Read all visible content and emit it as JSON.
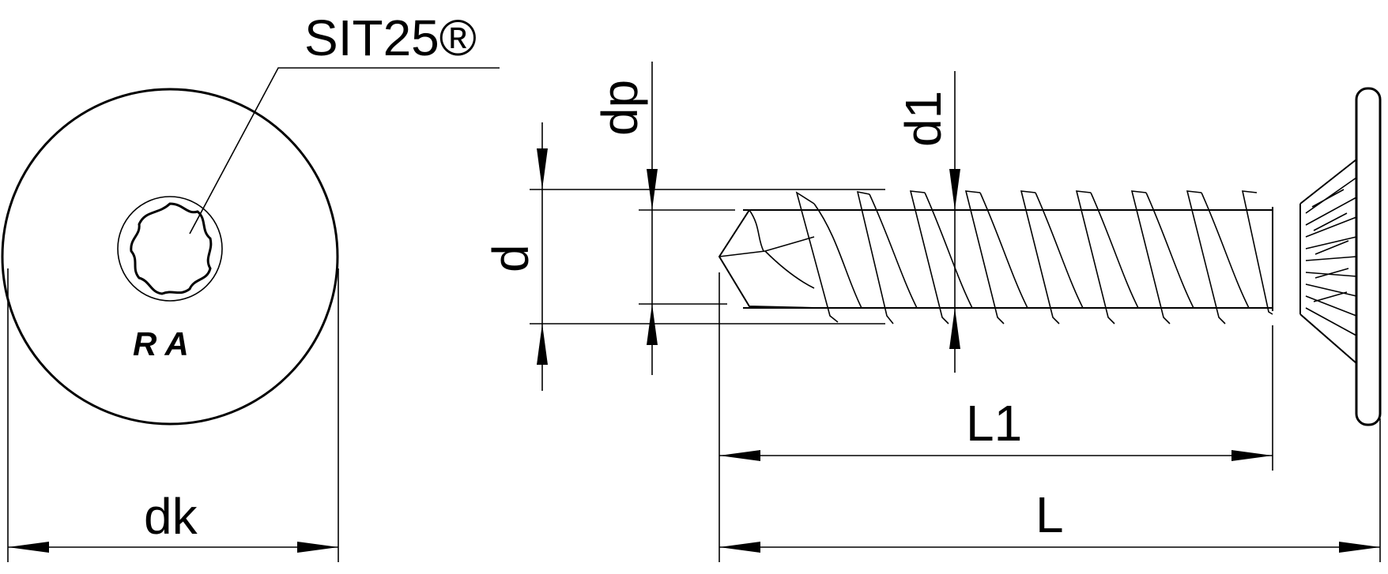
{
  "labels": {
    "drive": "SIT25®",
    "head_diameter": "dk",
    "head_marking": "R A",
    "thread_diameter": "d",
    "tip_diameter": "dp",
    "core_diameter": "d1",
    "thread_length": "L1",
    "total_length": "L"
  }
}
